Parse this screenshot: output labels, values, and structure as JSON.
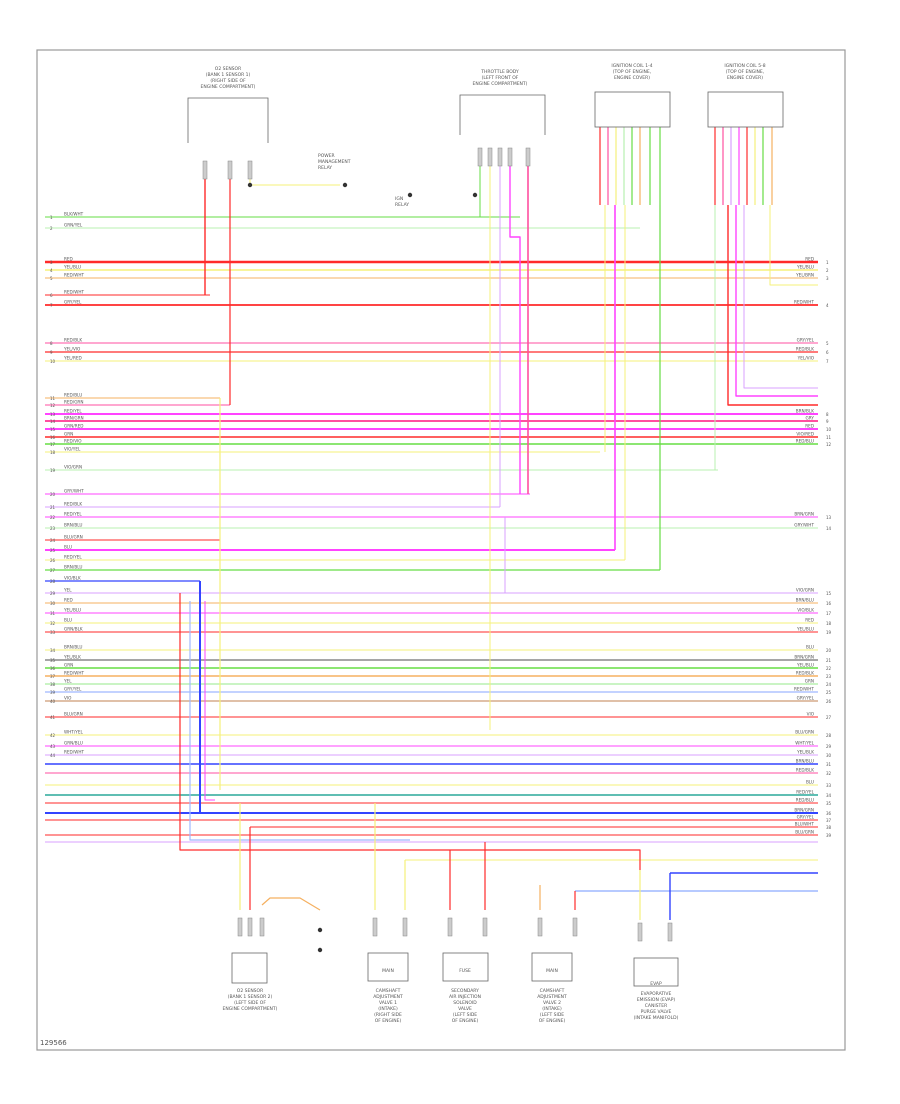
{
  "diagram": {
    "footer_code": "129566",
    "components": [
      {
        "key": "o2-sensor",
        "label_lines": [
          "O2 SENSOR",
          "(BANK 1 SENSOR 1)",
          "(RIGHT SIDE OF",
          "ENGINE COMPARTMENT)"
        ]
      },
      {
        "key": "throttle-body",
        "label_lines": [
          "THROTTLE BODY",
          "(LEFT FRONT OF",
          "ENGINE COMPARTMENT)"
        ]
      },
      {
        "key": "ignition-coil-1",
        "label_lines": [
          "IGNITION COIL 1-4",
          "(TOP OF ENGINE,",
          "ENGINE COVER)"
        ]
      },
      {
        "key": "ignition-coil-2",
        "label_lines": [
          "IGNITION COIL 5-8",
          "(TOP OF ENGINE,",
          "ENGINE COVER)"
        ]
      },
      {
        "key": "o2-sensor-2",
        "label_lines": [
          "O2 SENSOR",
          "(BANK 1 SENSOR 2)",
          "(LEFT SIDE OF",
          "ENGINE COMPARTMENT)"
        ]
      },
      {
        "key": "camshaft-solenoid-1",
        "label_lines": [
          "CAMSHAFT",
          "ADJUSTMENT",
          "VALVE 1",
          "(INTAKE)",
          "(RIGHT SIDE",
          "OF ENGINE)"
        ]
      },
      {
        "key": "camshaft-solenoid-2",
        "label_lines": [
          "SECONDARY",
          "AIR INJECTION",
          "SOLENOID",
          "VALVE",
          "(LEFT SIDE",
          "OF ENGINE)"
        ]
      },
      {
        "key": "camshaft-solenoid-3",
        "label_lines": [
          "CAMSHAFT",
          "ADJUSTMENT",
          "VALVE 2",
          "(INTAKE)",
          "(LEFT SIDE",
          "OF ENGINE)"
        ]
      },
      {
        "key": "evap-purge",
        "label_lines": [
          "EVAPORATIVE",
          "EMISSION (EVAP)",
          "CANISTER",
          "PURGE VALVE",
          "(INTAKE MANIFOLD)"
        ]
      }
    ],
    "note_tags": {
      "relay-note": [
        "POWER",
        "MANAGEMENT",
        "RELAY"
      ],
      "ignition-note": [
        "IGN",
        "RELAY"
      ],
      "box-a": "MAIN",
      "box-b": "FUSE",
      "box-c": "MAIN",
      "box-d": "EVAP"
    },
    "left_wire_labels": [
      "BLK/WHT",
      "GRN/YEL",
      "RED",
      "YEL/BLU",
      "RED/WHT",
      "RED/WHT",
      "GRY/YEL",
      "RED/BLK",
      "YEL/VIO",
      "YEL/RED",
      "RED/BLU",
      "RED/GRN",
      "RED/YEL",
      "BRN/GRN",
      "GRN/RED",
      "GRN",
      "RED/VIO",
      "VIO/YEL",
      "VIO/GRN",
      "GRY/WHT",
      "RED/BLK",
      "RED/YEL",
      "BRN/BLU",
      "BLU/GRN",
      "BLU",
      "RED/YEL",
      "BRN/BLU",
      "VIO/BLK",
      "YEL",
      "RED",
      "YEL/BLU",
      "BLU",
      "GRN/BLK",
      "BRN/BLU",
      "YEL/BLK",
      "GRN",
      "RED/WHT",
      "YEL",
      "GRY/YEL",
      "VIO",
      "BLU/GRN",
      "WHT/YEL",
      "GRN/BLU",
      "RED/WHT"
    ],
    "right_wire_labels": [
      "RED",
      "YEL/BLU",
      "YEL/BRN",
      "RED/WHT",
      "GRY/YEL",
      "RED/BLK",
      "YEL/VIO",
      "BRN/BLK",
      "GRY",
      "RED",
      "VIO/RED",
      "RED/BLU",
      "BRN/GRN",
      "GRY/WHT",
      "VIO/GRN",
      "BRN/BLU",
      "VIO/BLK",
      "RED",
      "YEL/BLU",
      "BLU",
      "BRN/GRN",
      "YEL/BLU",
      "RED/BLK",
      "GRN",
      "RED/WHT",
      "GRY/YEL",
      "VIO",
      "BLU/GRN",
      "WHT/YEL",
      "YEL/BLK",
      "BRN/BLU",
      "RED/BLK",
      "BLU",
      "RED/YEL",
      "RED/BLU",
      "BRN/GRN",
      "GRY/YEL",
      "BLU/WHT",
      "BLU/GRN"
    ]
  },
  "colors": {
    "border": "#888888",
    "red": "#ff2a2a",
    "pink": "#ff4fa0",
    "magenta": "#ff44ff",
    "violet": "#d9a0ff",
    "yellow": "#f5f07a",
    "orange": "#f5b060",
    "green": "#66dd44",
    "lightgreen": "#b8f0b0",
    "blue": "#3344ff",
    "lightblue": "#9fb8ff",
    "gray": "#9a9a9a",
    "teal": "#2aa89a",
    "brown": "#c08050"
  }
}
